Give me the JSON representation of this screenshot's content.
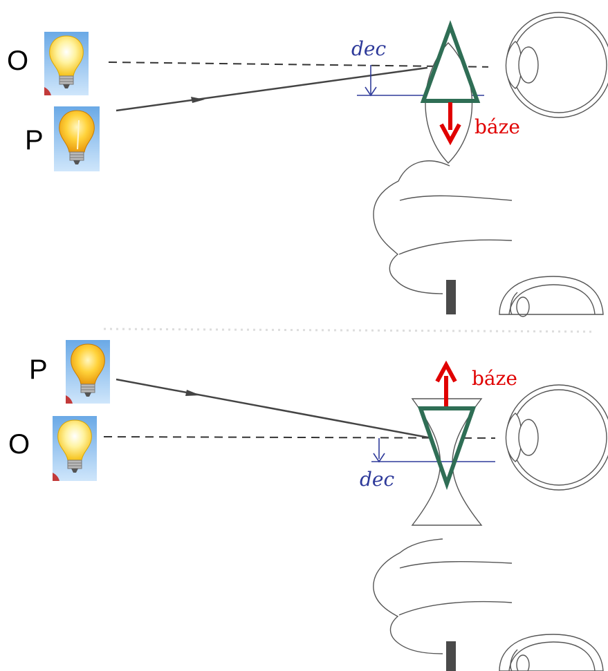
{
  "colors": {
    "prism": "#2f6e55",
    "base_arrow": "#e00000",
    "dec_marker": "#2e3a9a",
    "ray": "#444444",
    "bulb_glow": "#fff3a0",
    "bulb_sky": "#7fb8ea"
  },
  "top": {
    "object_label": "O",
    "image_label": "P",
    "dec_label": "dec",
    "base_label": "báze"
  },
  "bottom": {
    "object_label": "O",
    "image_label": "P",
    "dec_label": "dec",
    "base_label": "báze"
  },
  "icons": [
    "light-bulb-icon",
    "eye-icon",
    "nose-icon",
    "prism-icon",
    "arrow-icon"
  ]
}
